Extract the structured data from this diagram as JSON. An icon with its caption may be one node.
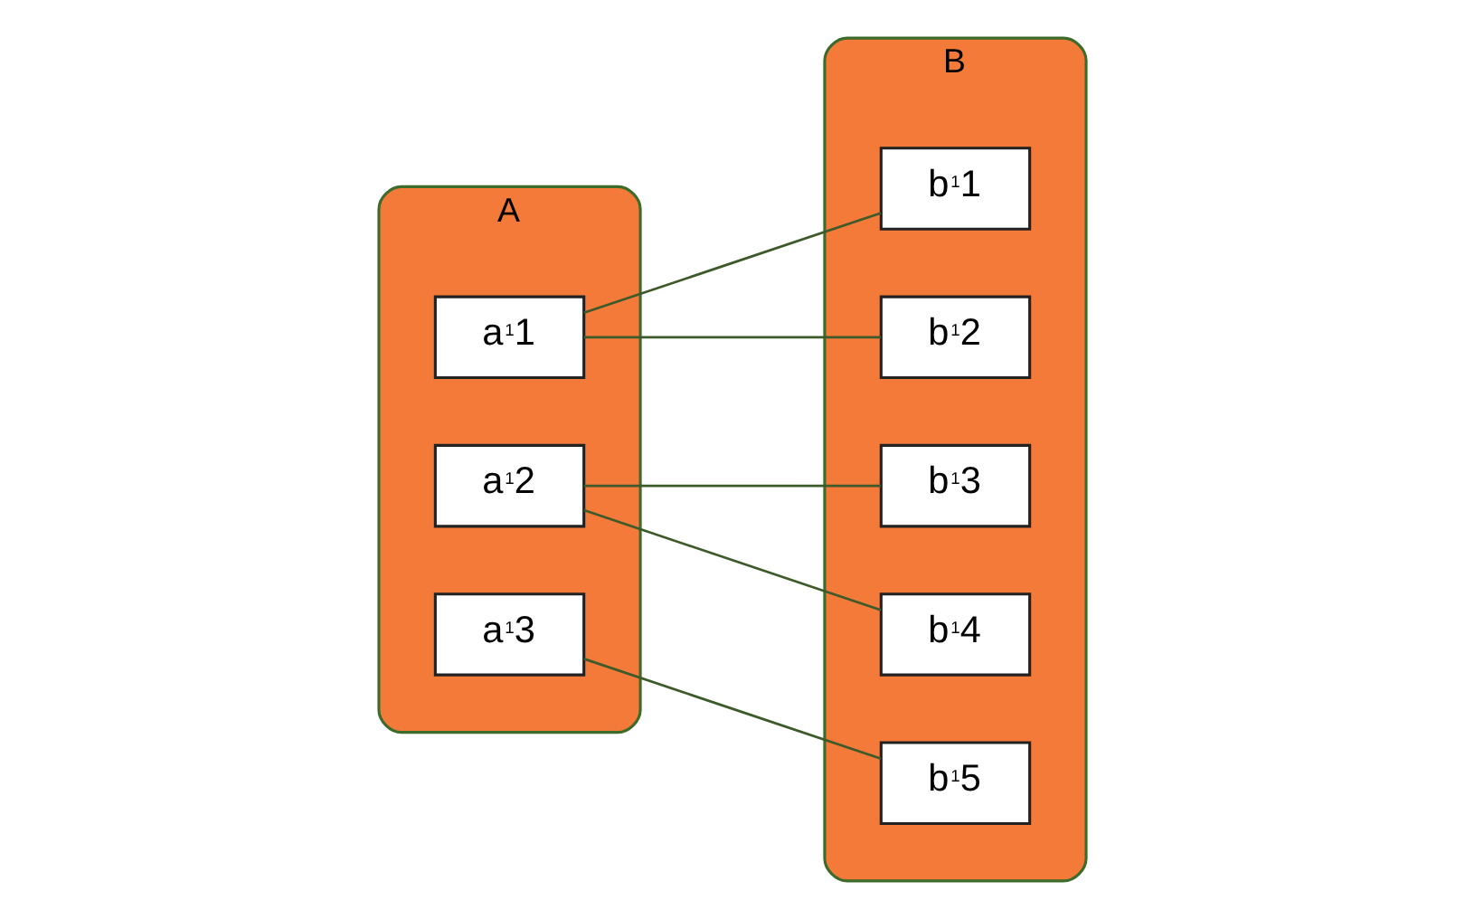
{
  "diagram": {
    "nodes": [
      {
        "text": [
          "A"
        ]
      },
      {
        "text": [
          "a$^{1}$1"
        ],
        "in": 0
      },
      {
        "text": [
          "a$^{1}$2"
        ],
        "in": 0
      },
      {
        "text": [
          "a$^{1}$3"
        ],
        "in": 0
      },
      {
        "text": [
          "B"
        ]
      },
      {
        "text": [
          "b$^{1}$1"
        ],
        "in": 4
      },
      {
        "text": [
          "b$^{1}$2"
        ],
        "in": 4
      },
      {
        "text": [
          "b$^{1}$3"
        ],
        "in": 4
      },
      {
        "text": [
          "b$^{1}$4"
        ],
        "in": 4
      },
      {
        "text": [
          "b$^{1}$5"
        ],
        "in": 4
      }
    ],
    "edges": [
      {
        "from": 1,
        "to": 5,
        "arrow": "none"
      },
      {
        "from": 1,
        "to": 6,
        "arrow": "none"
      },
      {
        "from": 2,
        "to": 7,
        "arrow": "none"
      },
      {
        "from": 2,
        "to": 8,
        "arrow": "none"
      },
      {
        "from": 3,
        "to": 9,
        "arrow": "none"
      }
    ]
  }
}
